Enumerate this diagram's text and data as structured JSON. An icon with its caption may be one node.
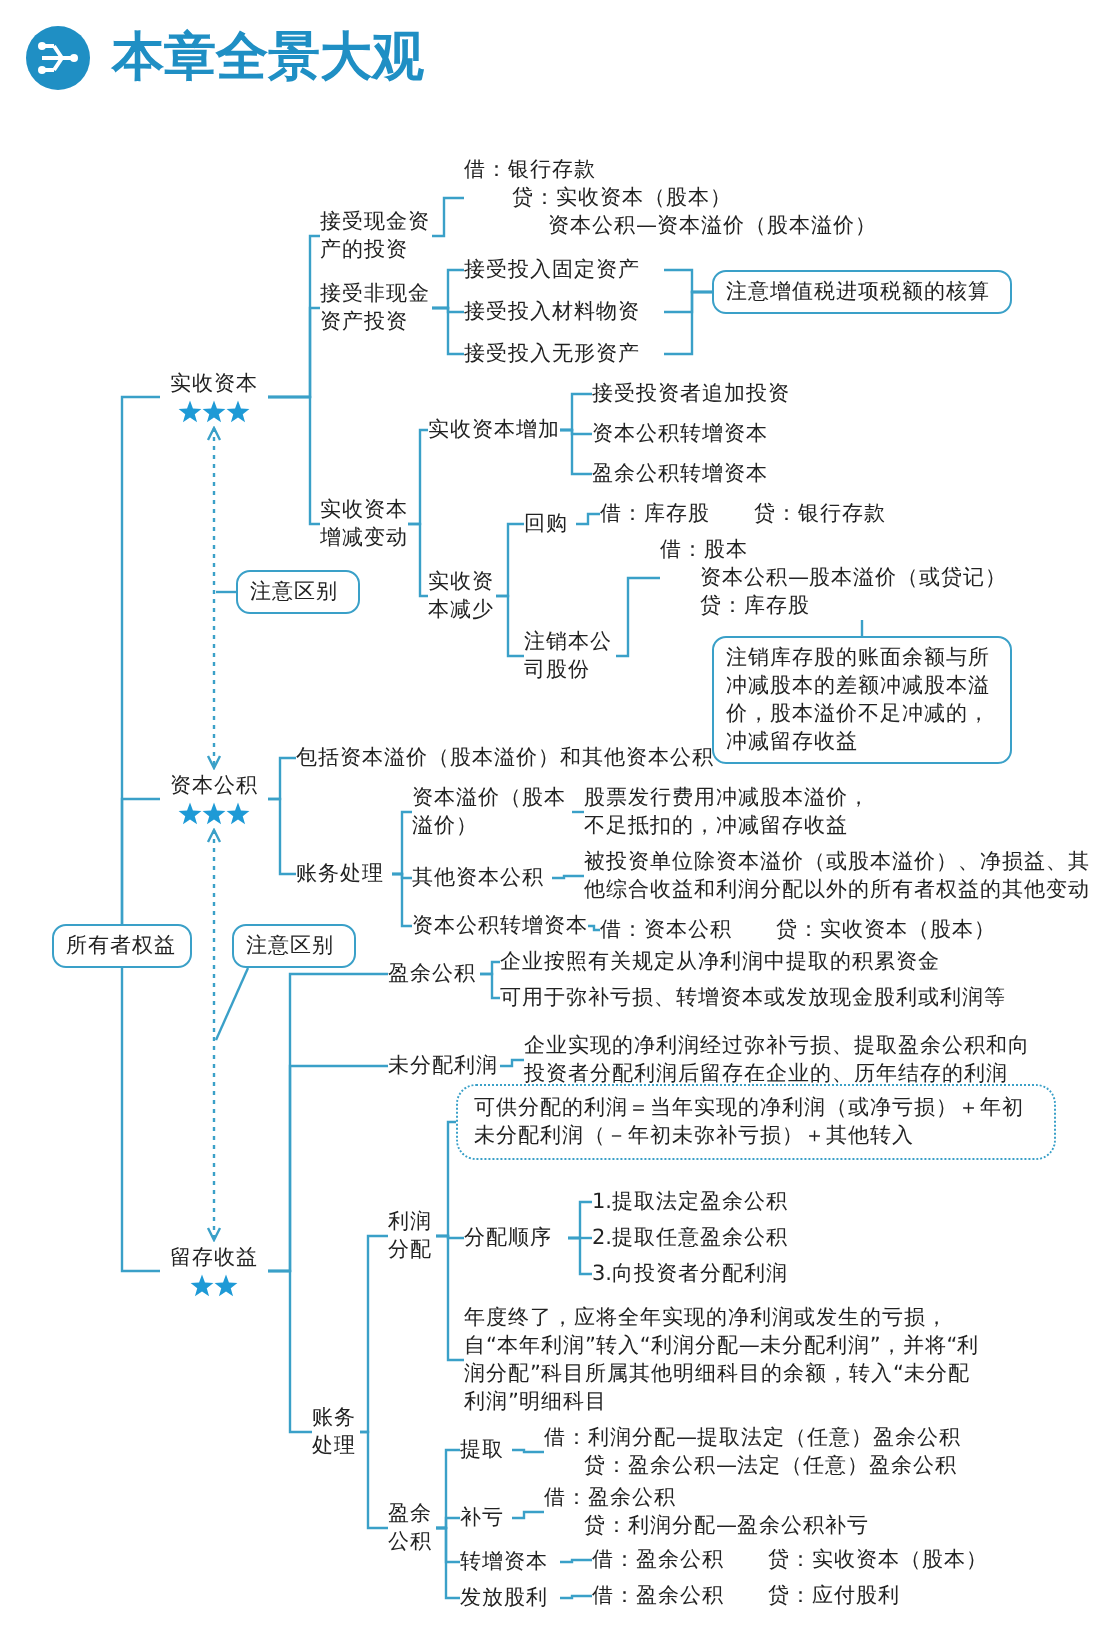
{
  "diagram": {
    "title": "本章全景大观",
    "nodes": [
      {
        "text": [
          "所有者权益"
        ]
      },
      {
        "text": [
          "实收资本"
        ]
      },
      {
        "text": [
          "接受现金资产的投资"
        ]
      },
      {
        "text": [
          "借：银行存款",
          "贷：实收资本（股本）",
          "资本公积—资本溢价（股本溢价）"
        ]
      },
      {
        "text": [
          "接受非现金资产投资"
        ]
      },
      {
        "text": [
          "接受投入固定资产"
        ]
      },
      {
        "text": [
          "接受投入材料物资"
        ]
      },
      {
        "text": [
          "接受投入无形资产"
        ]
      },
      {
        "text": [
          "注意增值税进项税额的核算"
        ]
      },
      {
        "text": [
          "实收资本增减变动"
        ]
      },
      {
        "text": [
          "实收资本增加"
        ]
      },
      {
        "text": [
          "接受投资者追加投资"
        ]
      },
      {
        "text": [
          "资本公积转增资本"
        ]
      },
      {
        "text": [
          "盈余公积转增资本"
        ]
      },
      {
        "text": [
          "实收资本减少"
        ]
      },
      {
        "text": [
          "回购"
        ]
      },
      {
        "text": [
          "借：库存股",
          "贷：银行存款"
        ]
      },
      {
        "text": [
          "注销本公司股份"
        ]
      },
      {
        "text": [
          "借：股本",
          "资本公积—股本溢价（或贷记）",
          "贷：库存股"
        ]
      },
      {
        "text": [
          "注销库存股的账面余额与所冲减股本的差额冲减股本溢价，股本溢价不足冲减的，冲减留存收益"
        ]
      },
      {
        "text": [
          "注意区别"
        ]
      },
      {
        "text": [
          "资本公积"
        ]
      },
      {
        "text": [
          "包括资本溢价（股本溢价）和其他资本公积"
        ]
      },
      {
        "text": [
          "账务处理"
        ]
      },
      {
        "text": [
          "资本溢价（股本溢价）"
        ]
      },
      {
        "text": [
          "股票发行费用冲减股本溢价，不足抵扣的，冲减留存收益"
        ]
      },
      {
        "text": [
          "其他资本公积"
        ]
      },
      {
        "text": [
          "被投资单位除资本溢价（或股本溢价）、净损益、其他综合收益和利润分配以外的所有者权益的其他变动"
        ]
      },
      {
        "text": [
          "资本公积转增资本"
        ]
      },
      {
        "text": [
          "借：资本公积",
          "贷：实收资本（股本）"
        ]
      },
      {
        "text": [
          "注意区别"
        ]
      },
      {
        "text": [
          "留存收益"
        ]
      },
      {
        "text": [
          "盈余公积"
        ]
      },
      {
        "text": [
          "企业按照有关规定从净利润中提取的积累资金"
        ]
      },
      {
        "text": [
          "可用于弥补亏损、转增资本或发放现金股利或利润等"
        ]
      },
      {
        "text": [
          "未分配利润"
        ]
      },
      {
        "text": [
          "企业实现的净利润经过弥补亏损、提取盈余公积和向投资者分配利润后留存在企业的、历年结存的利润"
        ]
      },
      {
        "text": [
          "账务处理"
        ]
      },
      {
        "text": [
          "利润分配"
        ]
      },
      {
        "text": [
          "可供分配的利润＝当年实现的净利润（或净亏损）＋年初未分配利润（－年初未弥补亏损）＋其他转入"
        ]
      },
      {
        "text": [
          "分配顺序"
        ]
      },
      {
        "text": [
          "1.提取法定盈余公积"
        ]
      },
      {
        "text": [
          "2.提取任意盈余公积"
        ]
      },
      {
        "text": [
          "3.向投资者分配利润"
        ]
      },
      {
        "text": [
          "年度终了，应将全年实现的净利润或发生的亏损，自“本年利润”转入“利润分配—未分配利润”，并将“利润分配”科目所属其他明细科目的余额，转入“未分配利润”明细科目"
        ]
      },
      {
        "text": [
          "盈余公积"
        ]
      },
      {
        "text": [
          "提取"
        ]
      },
      {
        "text": [
          "借：利润分配—提取法定（任意）盈余公积",
          "贷：盈余公积—法定（任意）盈余公积"
        ]
      },
      {
        "text": [
          "补亏"
        ]
      },
      {
        "text": [
          "借：盈余公积",
          "贷：利润分配—盈余公积补亏"
        ]
      },
      {
        "text": [
          "转增资本"
        ]
      },
      {
        "text": [
          "借：盈余公积",
          "贷：实收资本（股本）"
        ]
      },
      {
        "text": [
          "发放股利"
        ]
      },
      {
        "text": [
          "借：盈余公积",
          "贷：应付股利"
        ]
      }
    ],
    "edges": [
      {
        "from": 0,
        "to": 1,
        "arrow": "none"
      },
      {
        "from": 0,
        "to": 21,
        "arrow": "none"
      },
      {
        "from": 0,
        "to": 31,
        "arrow": "none"
      },
      {
        "from": 1,
        "to": 2,
        "arrow": "none"
      },
      {
        "from": 2,
        "to": 3,
        "arrow": "none"
      },
      {
        "from": 1,
        "to": 4,
        "arrow": "none"
      },
      {
        "from": 4,
        "to": 5,
        "arrow": "none"
      },
      {
        "from": 4,
        "to": 6,
        "arrow": "none"
      },
      {
        "from": 4,
        "to": 7,
        "arrow": "none"
      },
      {
        "from": 5,
        "to": 8,
        "arrow": "none"
      },
      {
        "from": 6,
        "to": 8,
        "arrow": "none"
      },
      {
        "from": 7,
        "to": 8,
        "arrow": "none"
      },
      {
        "from": 1,
        "to": 9,
        "arrow": "none"
      },
      {
        "from": 9,
        "to": 10,
        "arrow": "none"
      },
      {
        "from": 10,
        "to": 11,
        "arrow": "none"
      },
      {
        "from": 10,
        "to": 12,
        "arrow": "none"
      },
      {
        "from": 10,
        "to": 13,
        "arrow": "none"
      },
      {
        "from": 9,
        "to": 14,
        "arrow": "none"
      },
      {
        "from": 14,
        "to": 15,
        "arrow": "none"
      },
      {
        "from": 15,
        "to": 16,
        "arrow": "none"
      },
      {
        "from": 14,
        "to": 17,
        "arrow": "none"
      },
      {
        "from": 17,
        "to": 18,
        "arrow": "none"
      },
      {
        "from": 19,
        "to": 18,
        "arrow": "none"
      },
      {
        "from": 1,
        "to": 21,
        "arrow": "both",
        "style": "dashed"
      },
      {
        "from": 20,
        "to": null,
        "arrow": "none"
      },
      {
        "from": 21,
        "to": 22,
        "arrow": "none"
      },
      {
        "from": 21,
        "to": 23,
        "arrow": "none"
      },
      {
        "from": 23,
        "to": 24,
        "arrow": "none"
      },
      {
        "from": 24,
        "to": 25,
        "arrow": "none"
      },
      {
        "from": 23,
        "to": 26,
        "arrow": "none"
      },
      {
        "from": 26,
        "to": 27,
        "arrow": "none"
      },
      {
        "from": 23,
        "to": 28,
        "arrow": "none"
      },
      {
        "from": 28,
        "to": 29,
        "arrow": "none"
      },
      {
        "from": 21,
        "to": 31,
        "arrow": "both",
        "style": "dashed"
      },
      {
        "from": 30,
        "to": null,
        "arrow": "none"
      },
      {
        "from": 31,
        "to": 32,
        "arrow": "none"
      },
      {
        "from": 32,
        "to": 33,
        "arrow": "none"
      },
      {
        "from": 32,
        "to": 34,
        "arrow": "none"
      },
      {
        "from": 31,
        "to": 35,
        "arrow": "none"
      },
      {
        "from": 35,
        "to": 36,
        "arrow": "none"
      },
      {
        "from": 31,
        "to": 37,
        "arrow": "none"
      },
      {
        "from": 37,
        "to": 38,
        "arrow": "none"
      },
      {
        "from": 38,
        "to": 39,
        "arrow": "none"
      },
      {
        "from": 38,
        "to": 40,
        "arrow": "none"
      },
      {
        "from": 40,
        "to": 41,
        "arrow": "none"
      },
      {
        "from": 40,
        "to": 42,
        "arrow": "none"
      },
      {
        "from": 40,
        "to": 43,
        "arrow": "none"
      },
      {
        "from": 38,
        "to": 44,
        "arrow": "none"
      },
      {
        "from": 37,
        "to": 45,
        "arrow": "none"
      },
      {
        "from": 45,
        "to": 46,
        "arrow": "none"
      },
      {
        "from": 46,
        "to": 47,
        "arrow": "none"
      },
      {
        "from": 45,
        "to": 48,
        "arrow": "none"
      },
      {
        "from": 48,
        "to": 49,
        "arrow": "none"
      },
      {
        "from": 45,
        "to": 50,
        "arrow": "none"
      },
      {
        "from": 50,
        "to": 51,
        "arrow": "none"
      },
      {
        "from": 45,
        "to": 52,
        "arrow": "none"
      },
      {
        "from": 52,
        "to": 53,
        "arrow": "none"
      }
    ]
  }
}
